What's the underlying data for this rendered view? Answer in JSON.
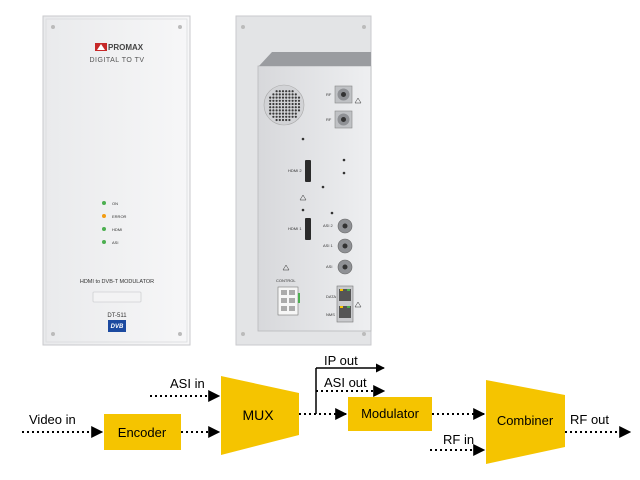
{
  "front_panel": {
    "brand": "PROMAX",
    "subtitle": "DIGITAL TO TV",
    "leds": [
      {
        "label": "ON",
        "color": "#4caf50"
      },
      {
        "label": "ERROR",
        "color": "#f39c12"
      },
      {
        "label": "HDMI",
        "color": "#4caf50"
      },
      {
        "label": "ASI",
        "color": "#4caf50"
      }
    ],
    "model_name": "HDMI to DVB-T MODULATOR",
    "model_number": "DT-511",
    "logo_text": "DVB"
  },
  "rear_panel": {
    "labels": {
      "rf_top": "RF",
      "rf_bottom": "RF",
      "hdmi2": "HDMI 2",
      "hdmi1": "HDMI 1",
      "asi2": "ASI 2",
      "asi1": "ASI 1",
      "asi": "ASI",
      "control": "CONTROL",
      "data": "DATA",
      "nms": "NMS"
    }
  },
  "diagram": {
    "blocks": {
      "encoder": "Encoder",
      "mux": "MUX",
      "modulator": "Modulator",
      "combiner": "Combiner"
    },
    "signals": {
      "video_in": "Video in",
      "asi_in": "ASI in",
      "ip_out": "IP out",
      "asi_out": "ASI out",
      "rf_in": "RF in",
      "rf_out": "RF out"
    },
    "colors": {
      "block_fill": "#f5c400",
      "line": "#000000"
    }
  }
}
